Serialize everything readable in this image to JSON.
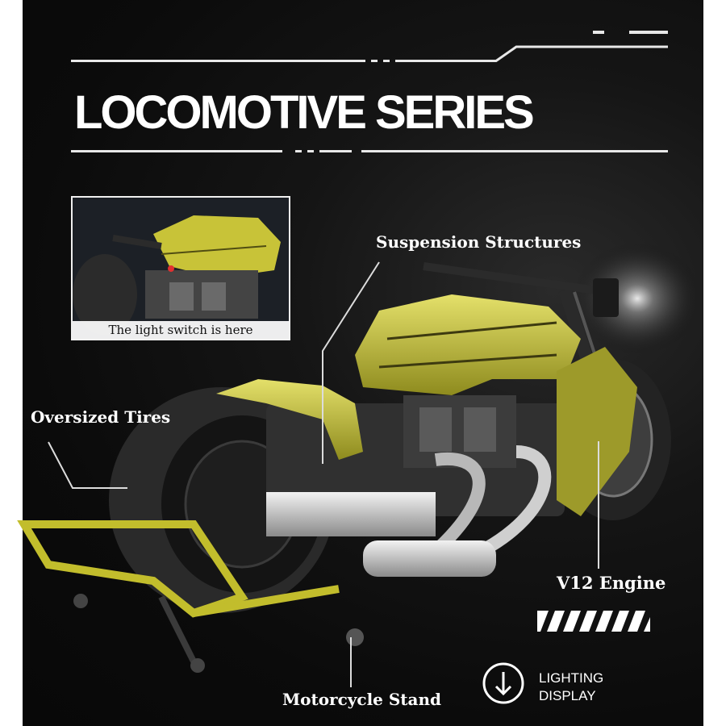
{
  "page": {
    "title": "LOCOMOTIVE SERIES"
  },
  "inset": {
    "caption": "The light switch is here"
  },
  "callouts": {
    "suspension": "Suspension Structures",
    "tires": "Oversized Tires",
    "engine": "V12 Engine",
    "stand": "Motorcycle Stand"
  },
  "lighting": {
    "line1": "LIGHTING",
    "line2": "DISPLAY",
    "icon": "down-arrow-circle-icon"
  },
  "colors": {
    "background": "#0b0b0b",
    "accent": "#c9c435",
    "text": "#ffffff"
  }
}
